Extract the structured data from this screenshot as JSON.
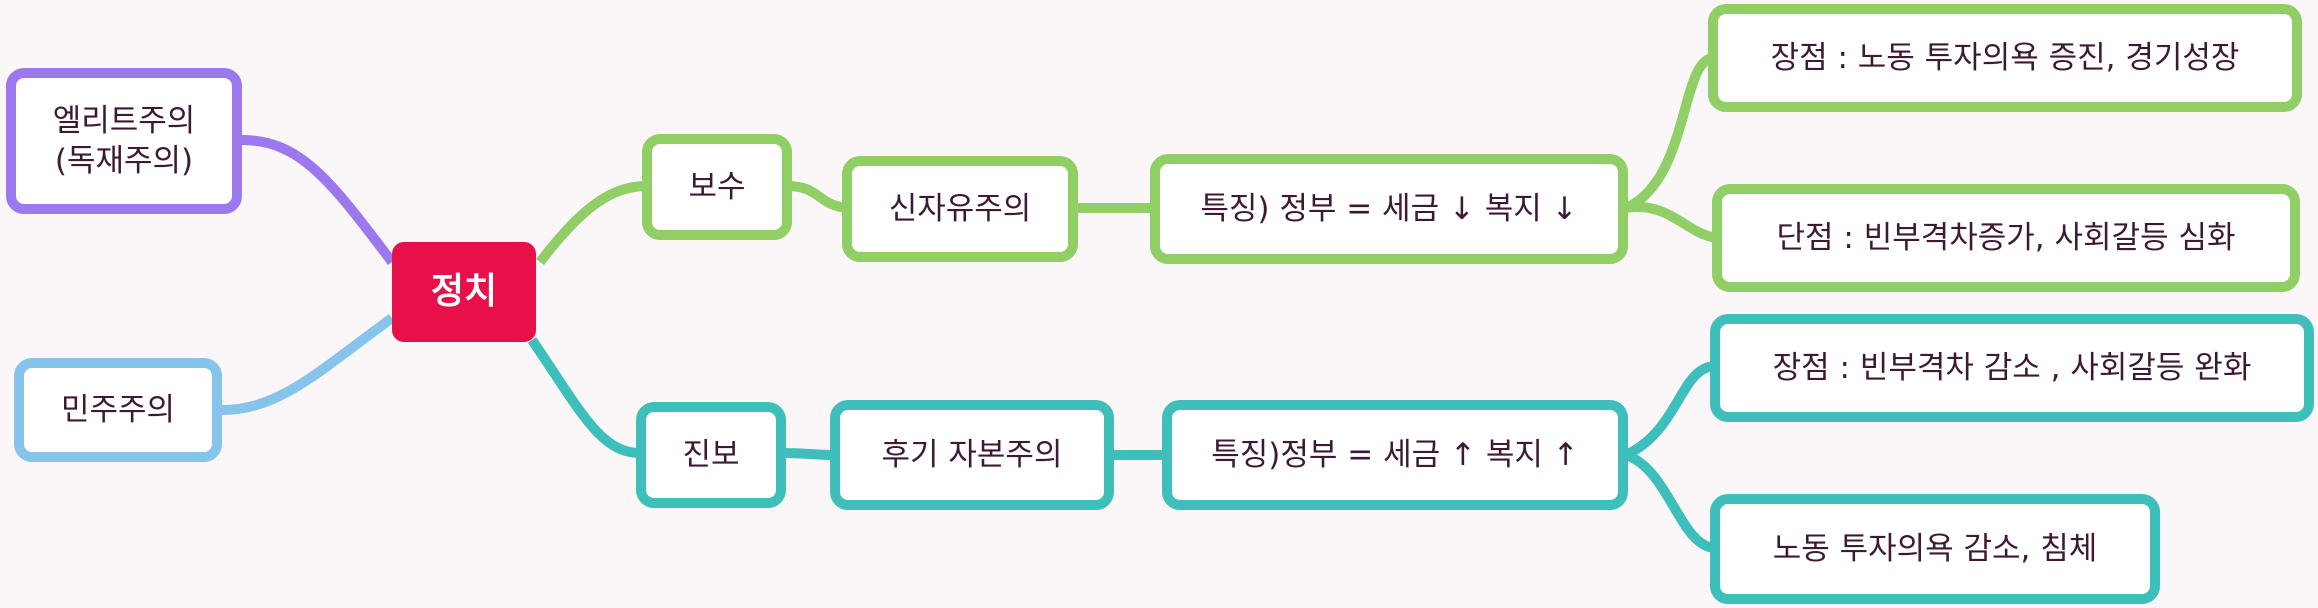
{
  "colors": {
    "background": "#fbf6f8",
    "root": "#e8104a",
    "purple": "#9b78ee",
    "blue": "#86c4ec",
    "green": "#8fcf66",
    "teal": "#3fbfbb",
    "text": "#3d1a33"
  },
  "mindmap": {
    "root": "정치",
    "left_branches": [
      {
        "label": "엘리트주의\n(독재주의)",
        "color": "purple"
      },
      {
        "label": "민주주의",
        "color": "blue"
      }
    ],
    "right_branches": [
      {
        "label": "보수",
        "color": "green",
        "ideology": "신자유주의",
        "feature": "특징) 정부 =  세금 ↓ 복지 ↓",
        "outcomes": [
          "장점 : 노동 투자의욕 증진, 경기성장",
          "단점 : 빈부격차증가, 사회갈등 심화"
        ]
      },
      {
        "label": "진보",
        "color": "teal",
        "ideology": "후기 자본주의",
        "feature": "특징)정부 = 세금 ↑ 복지 ↑",
        "outcomes": [
          "장점 : 빈부격차 감소 , 사회갈등 완화",
          "노동 투자의욕 감소,  침체"
        ]
      }
    ]
  }
}
